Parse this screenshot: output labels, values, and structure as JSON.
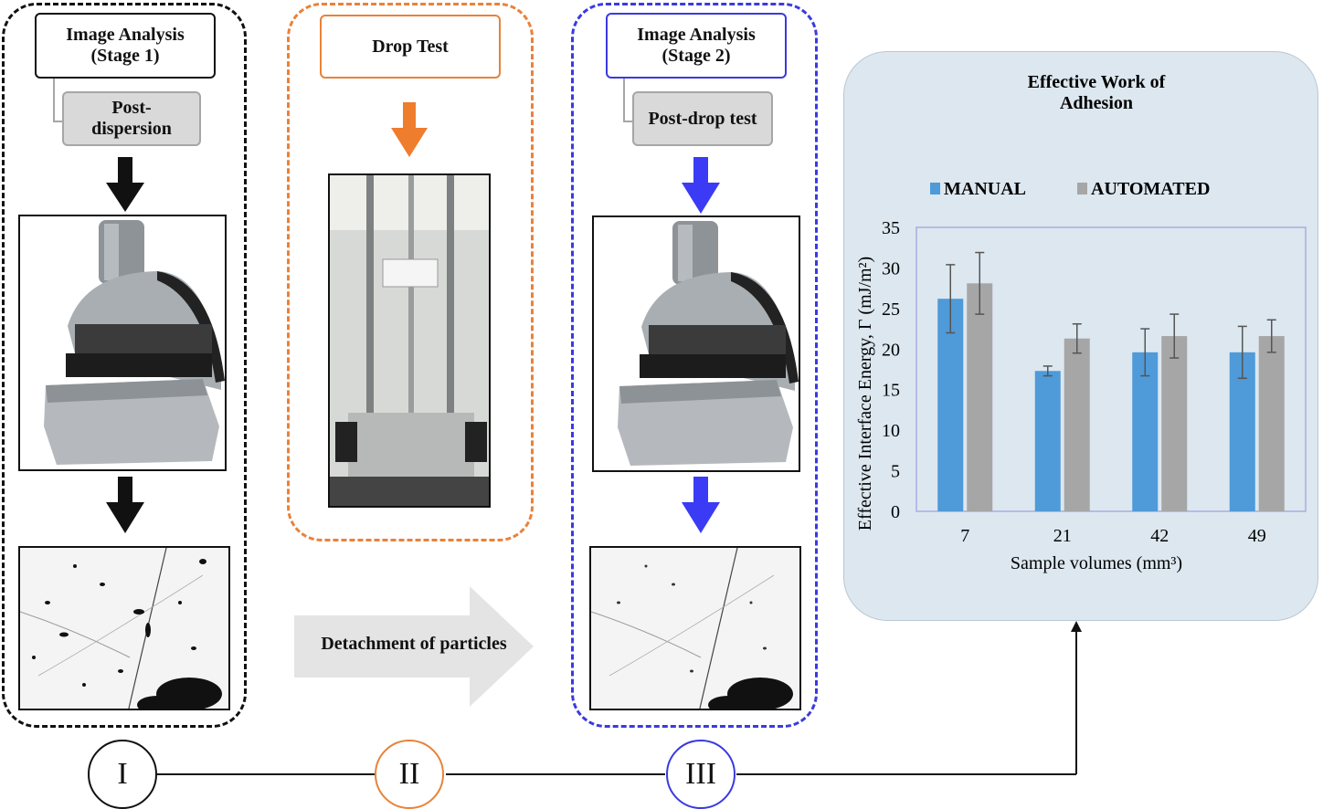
{
  "stage1": {
    "title_line1": "Image Analysis",
    "title_line2": "(Stage 1)",
    "sub_line1": "Post-",
    "sub_line2": "dispersion",
    "numeral": "I"
  },
  "stage2": {
    "title": "Drop Test",
    "numeral": "II",
    "detach_label": "Detachment of particles"
  },
  "stage3": {
    "title_line1": "Image Analysis",
    "title_line2": "(Stage 2)",
    "sub": "Post-drop test",
    "numeral": "III"
  },
  "colors": {
    "stage1": "#111111",
    "stage2": "#e8823a",
    "stage3": "#3a3ae0",
    "blue_arrow": "#3b3bf5",
    "orange_arrow": "#ee7d2e",
    "manual": "#4f9ad8",
    "automated": "#a6a6a6"
  },
  "chart_data": {
    "type": "bar",
    "title_line1": "Effective Work of",
    "title_line2": "Adhesion",
    "categories": [
      "7",
      "21",
      "42",
      "49"
    ],
    "series": [
      {
        "name": "MANUAL",
        "values": [
          26.2,
          17.3,
          19.6,
          19.6
        ],
        "errors": [
          4.2,
          0.6,
          2.9,
          3.2
        ]
      },
      {
        "name": "AUTOMATED",
        "values": [
          28.1,
          21.3,
          21.6,
          21.6
        ],
        "errors": [
          3.8,
          1.8,
          2.7,
          2.0
        ]
      }
    ],
    "ylabel": "Effective Interface Energy, Γ (mJ/m²)",
    "xlabel": "Sample volumes (mm³)",
    "ylim": [
      0,
      35
    ],
    "yticks": [
      "0",
      "5",
      "10",
      "15",
      "20",
      "25",
      "30",
      "35"
    ],
    "legend": "top",
    "grid": false
  }
}
